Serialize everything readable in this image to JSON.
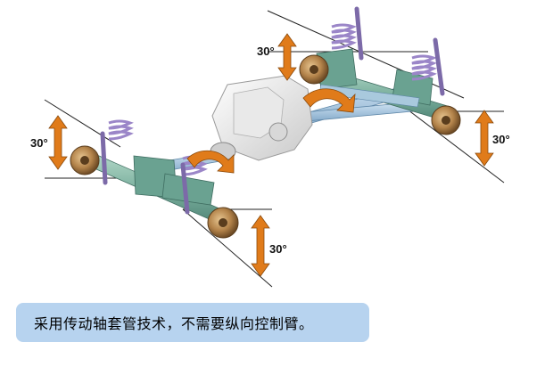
{
  "angle_labels": {
    "top_left": "30°",
    "right": "30°",
    "left": "30°",
    "bottom": "30°"
  },
  "caption": "采用传动轴套管技术，不需要纵向控制臂。",
  "colors": {
    "caption_background": "#b7d3ef",
    "arrow_orange": "#e07b1a",
    "axle_green": "#7fb3a1",
    "spring_purple": "#9b86c8",
    "hub_brown": "#a8783f",
    "driveshaft_blue": "#8fb8d8"
  },
  "icons": {
    "rotation_arrow": "curved-double-arrow",
    "tilt_arrow": "vertical-double-arrow"
  }
}
